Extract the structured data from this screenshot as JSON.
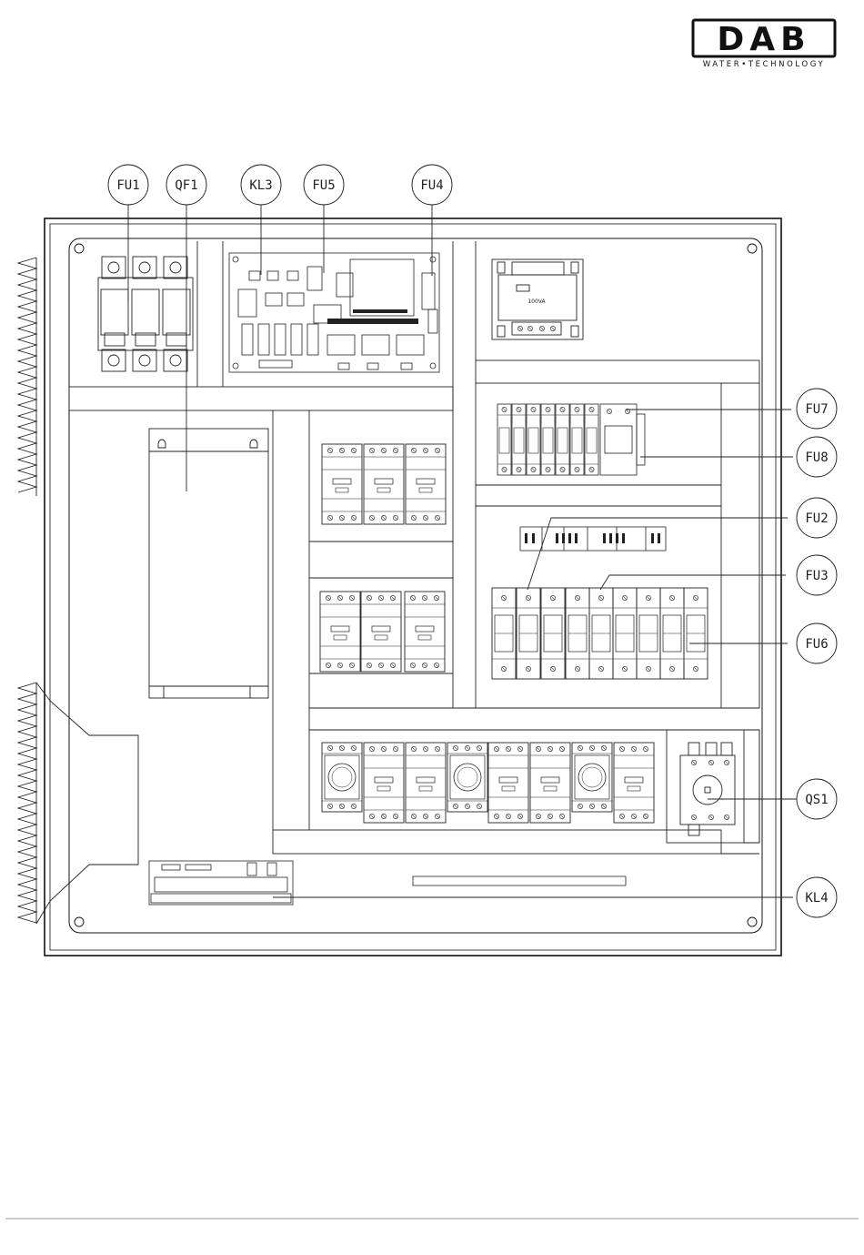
{
  "logo": {
    "brand": "DAB",
    "tagline": "WATER•TECHNOLOGY"
  },
  "callouts": {
    "fu1": "FU1",
    "qf1": "QF1",
    "kl3": "KL3",
    "fu5": "FU5",
    "fu4": "FU4",
    "fu7": "FU7",
    "fu8": "FU8",
    "fu2": "FU2",
    "fu3": "FU3",
    "fu6": "FU6",
    "qs1": "QS1",
    "kl4": "KL4"
  },
  "transformer": {
    "rating": "100VA"
  }
}
